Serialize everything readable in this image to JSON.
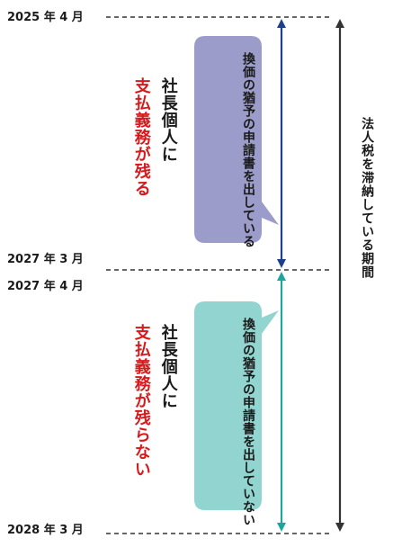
{
  "dates": {
    "start": "2025 年 4 月",
    "mid_end": "2027 年 3 月",
    "mid_start": "2027 年 4 月",
    "end": "2028 年 3 月"
  },
  "top_section": {
    "person_label": "社長個人に",
    "obligation_label": "支払義務が残る",
    "bubble_text": "換価の猶予の申請書を出している"
  },
  "bottom_section": {
    "person_label": "社長個人に",
    "obligation_label": "支払義務が残らない",
    "bubble_text": "換価の猶予の申請書を出していない"
  },
  "period_label": "法人税を滞納している期間",
  "colors": {
    "top_bubble": "#9b9cc9",
    "top_arrow": "#1e3f8c",
    "bottom_bubble": "#92d5d0",
    "bottom_arrow": "#1ea69c",
    "obligation_text": "#d7191c",
    "period_arrow": "#333333",
    "dashed_line": "#333333"
  }
}
